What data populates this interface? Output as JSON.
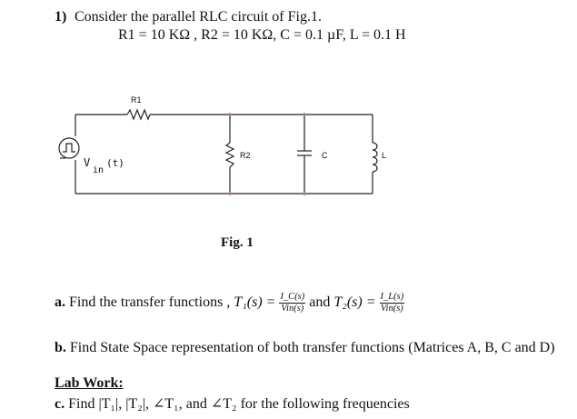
{
  "question": {
    "number": "1)",
    "intro": "Consider the parallel RLC circuit of Fig.1.",
    "params": "R1 = 10 KΩ , R2 = 10 KΩ, C = 0.1 µF, L = 0.1 H"
  },
  "circuit": {
    "r1_label": "R1",
    "r2_label": "R2",
    "c_label": "C",
    "l_label": "L",
    "source_label_v": "V",
    "source_label_sub": "in",
    "source_label_arg": "(t)"
  },
  "figure": {
    "caption": "Fig. 1"
  },
  "part_a": {
    "letter": "a.",
    "text": "Find the transfer functions ,",
    "t1": "T₁(s) =",
    "t1_num": "I_C(s)",
    "t1_den": "Vin(s)",
    "and": "and",
    "t2": "T₂(s) =",
    "t2_num": "I_L(s)",
    "t2_den": "Vin(s)"
  },
  "part_b": {
    "letter": "b.",
    "text": "Find State Space representation of both transfer functions (Matrices A, B, C and D)"
  },
  "lab": {
    "heading": "Lab Work:",
    "letter": "c.",
    "text": "Find |T₁|, |T₂|, ∠T₁, and ∠T₂ for the following frequencies"
  }
}
